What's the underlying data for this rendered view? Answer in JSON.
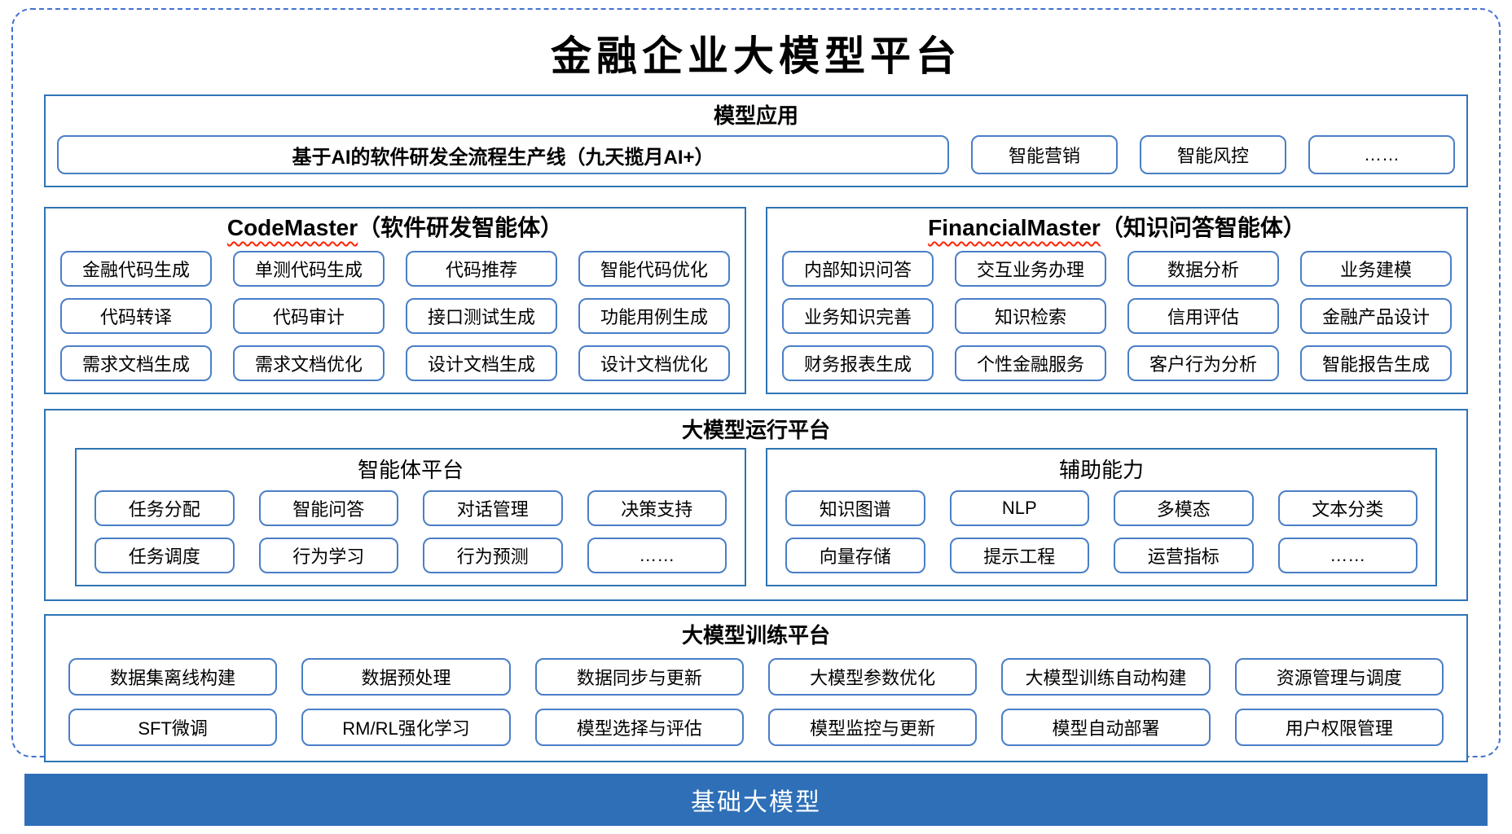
{
  "title": "金融企业大模型平台",
  "colors": {
    "frame_dashed_blue": "#4372CF",
    "section_border_blue": "#2E74B5",
    "button_border_blue": "#4A7EC7",
    "foundation_bg_blue": "#2E6FB7",
    "spellcheck_wavy_red": "#FF2400",
    "text_black": "#000000",
    "foundation_text_white": "#FFFFFF"
  },
  "sections": {
    "model_app": {
      "header": "模型应用",
      "main_item": "基于AI的软件研发全流程生产线（九天揽月AI+）",
      "items": [
        "智能营销",
        "智能风控",
        "……"
      ]
    },
    "code_master": {
      "title_en": "CodeMaster",
      "title_zh": "（软件研发智能体）",
      "items": [
        "金融代码生成",
        "单测代码生成",
        "代码推荐",
        "智能代码优化",
        "代码转译",
        "代码审计",
        "接口测试生成",
        "功能用例生成",
        "需求文档生成",
        "需求文档优化",
        "设计文档生成",
        "设计文档优化"
      ]
    },
    "financial_master": {
      "title_en": "FinancialMaster",
      "title_zh": "（知识问答智能体）",
      "items": [
        "内部知识问答",
        "交互业务办理",
        "数据分析",
        "业务建模",
        "业务知识完善",
        "知识检索",
        "信用评估",
        "金融产品设计",
        "财务报表生成",
        "个性金融服务",
        "客户行为分析",
        "智能报告生成"
      ]
    },
    "runtime": {
      "header": "大模型运行平台",
      "agent_platform": {
        "header": "智能体平台",
        "items": [
          "任务分配",
          "智能问答",
          "对话管理",
          "决策支持",
          "任务调度",
          "行为学习",
          "行为预测",
          "……"
        ]
      },
      "aux_ability": {
        "header": "辅助能力",
        "items": [
          "知识图谱",
          "NLP",
          "多模态",
          "文本分类",
          "向量存储",
          "提示工程",
          "运营指标",
          "……"
        ]
      }
    },
    "training": {
      "header": "大模型训练平台",
      "items": [
        "数据集离线构建",
        "数据预处理",
        "数据同步与更新",
        "大模型参数优化",
        "大模型训练自动构建",
        "资源管理与调度",
        "SFT微调",
        "RM/RL强化学习",
        "模型选择与评估",
        "模型监控与更新",
        "模型自动部署",
        "用户权限管理"
      ]
    },
    "foundation": {
      "label": "基础大模型"
    }
  }
}
